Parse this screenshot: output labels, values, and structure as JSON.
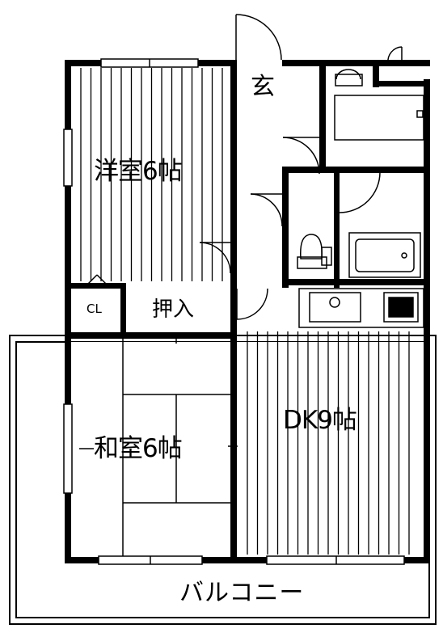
{
  "rooms": {
    "western_room": "洋室6帖",
    "japanese_room": "和室6帖",
    "dining_kitchen": "DK9帖",
    "entrance": "玄",
    "closet_oshiire": "押入",
    "closet_cl": "CL",
    "balcony": "バルコニー"
  },
  "colors": {
    "wall": "#000000",
    "line": "#000000",
    "background": "#ffffff"
  }
}
